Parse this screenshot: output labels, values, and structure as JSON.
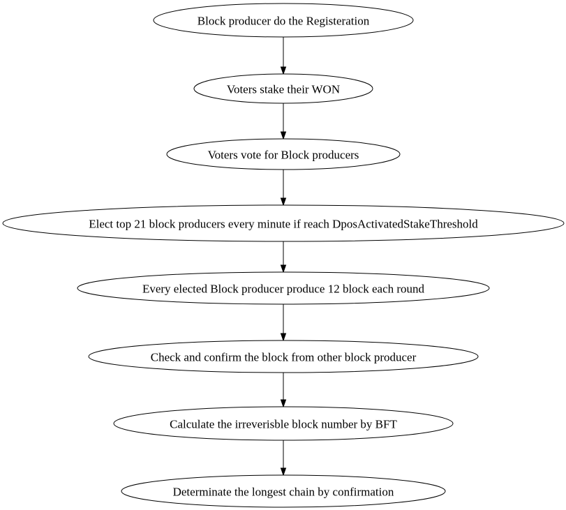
{
  "diagram": {
    "type": "flowchart",
    "background_color": "#ffffff",
    "node_fill_color": "#ffffff",
    "node_stroke_color": "#000000",
    "edge_color": "#000000",
    "text_color": "#000000",
    "nodes": [
      {
        "id": 0,
        "shape": "ellipse",
        "label": "Block producer do the Registeration"
      },
      {
        "id": 1,
        "shape": "ellipse",
        "label": "Voters stake their WON"
      },
      {
        "id": 2,
        "shape": "ellipse",
        "label": "Voters vote for Block producers"
      },
      {
        "id": 3,
        "shape": "ellipse",
        "label": "Elect top 21 block producers every minute if reach DposActivatedStakeThreshold"
      },
      {
        "id": 4,
        "shape": "ellipse",
        "label": "Every elected Block producer produce 12 block each round"
      },
      {
        "id": 5,
        "shape": "ellipse",
        "label": "Check and confirm the block from other block producer"
      },
      {
        "id": 6,
        "shape": "ellipse",
        "label": "Calculate the irreverisble block number by BFT"
      },
      {
        "id": 7,
        "shape": "ellipse",
        "label": "Determinate the longest chain by confirmation"
      }
    ],
    "edges": [
      {
        "from": 0,
        "to": 1,
        "arrowhead": "normal"
      },
      {
        "from": 1,
        "to": 2,
        "arrowhead": "normal"
      },
      {
        "from": 2,
        "to": 3,
        "arrowhead": "normal"
      },
      {
        "from": 3,
        "to": 4,
        "arrowhead": "normal"
      },
      {
        "from": 4,
        "to": 5,
        "arrowhead": "normal"
      },
      {
        "from": 5,
        "to": 6,
        "arrowhead": "normal"
      },
      {
        "from": 6,
        "to": 7,
        "arrowhead": "normal"
      }
    ]
  }
}
